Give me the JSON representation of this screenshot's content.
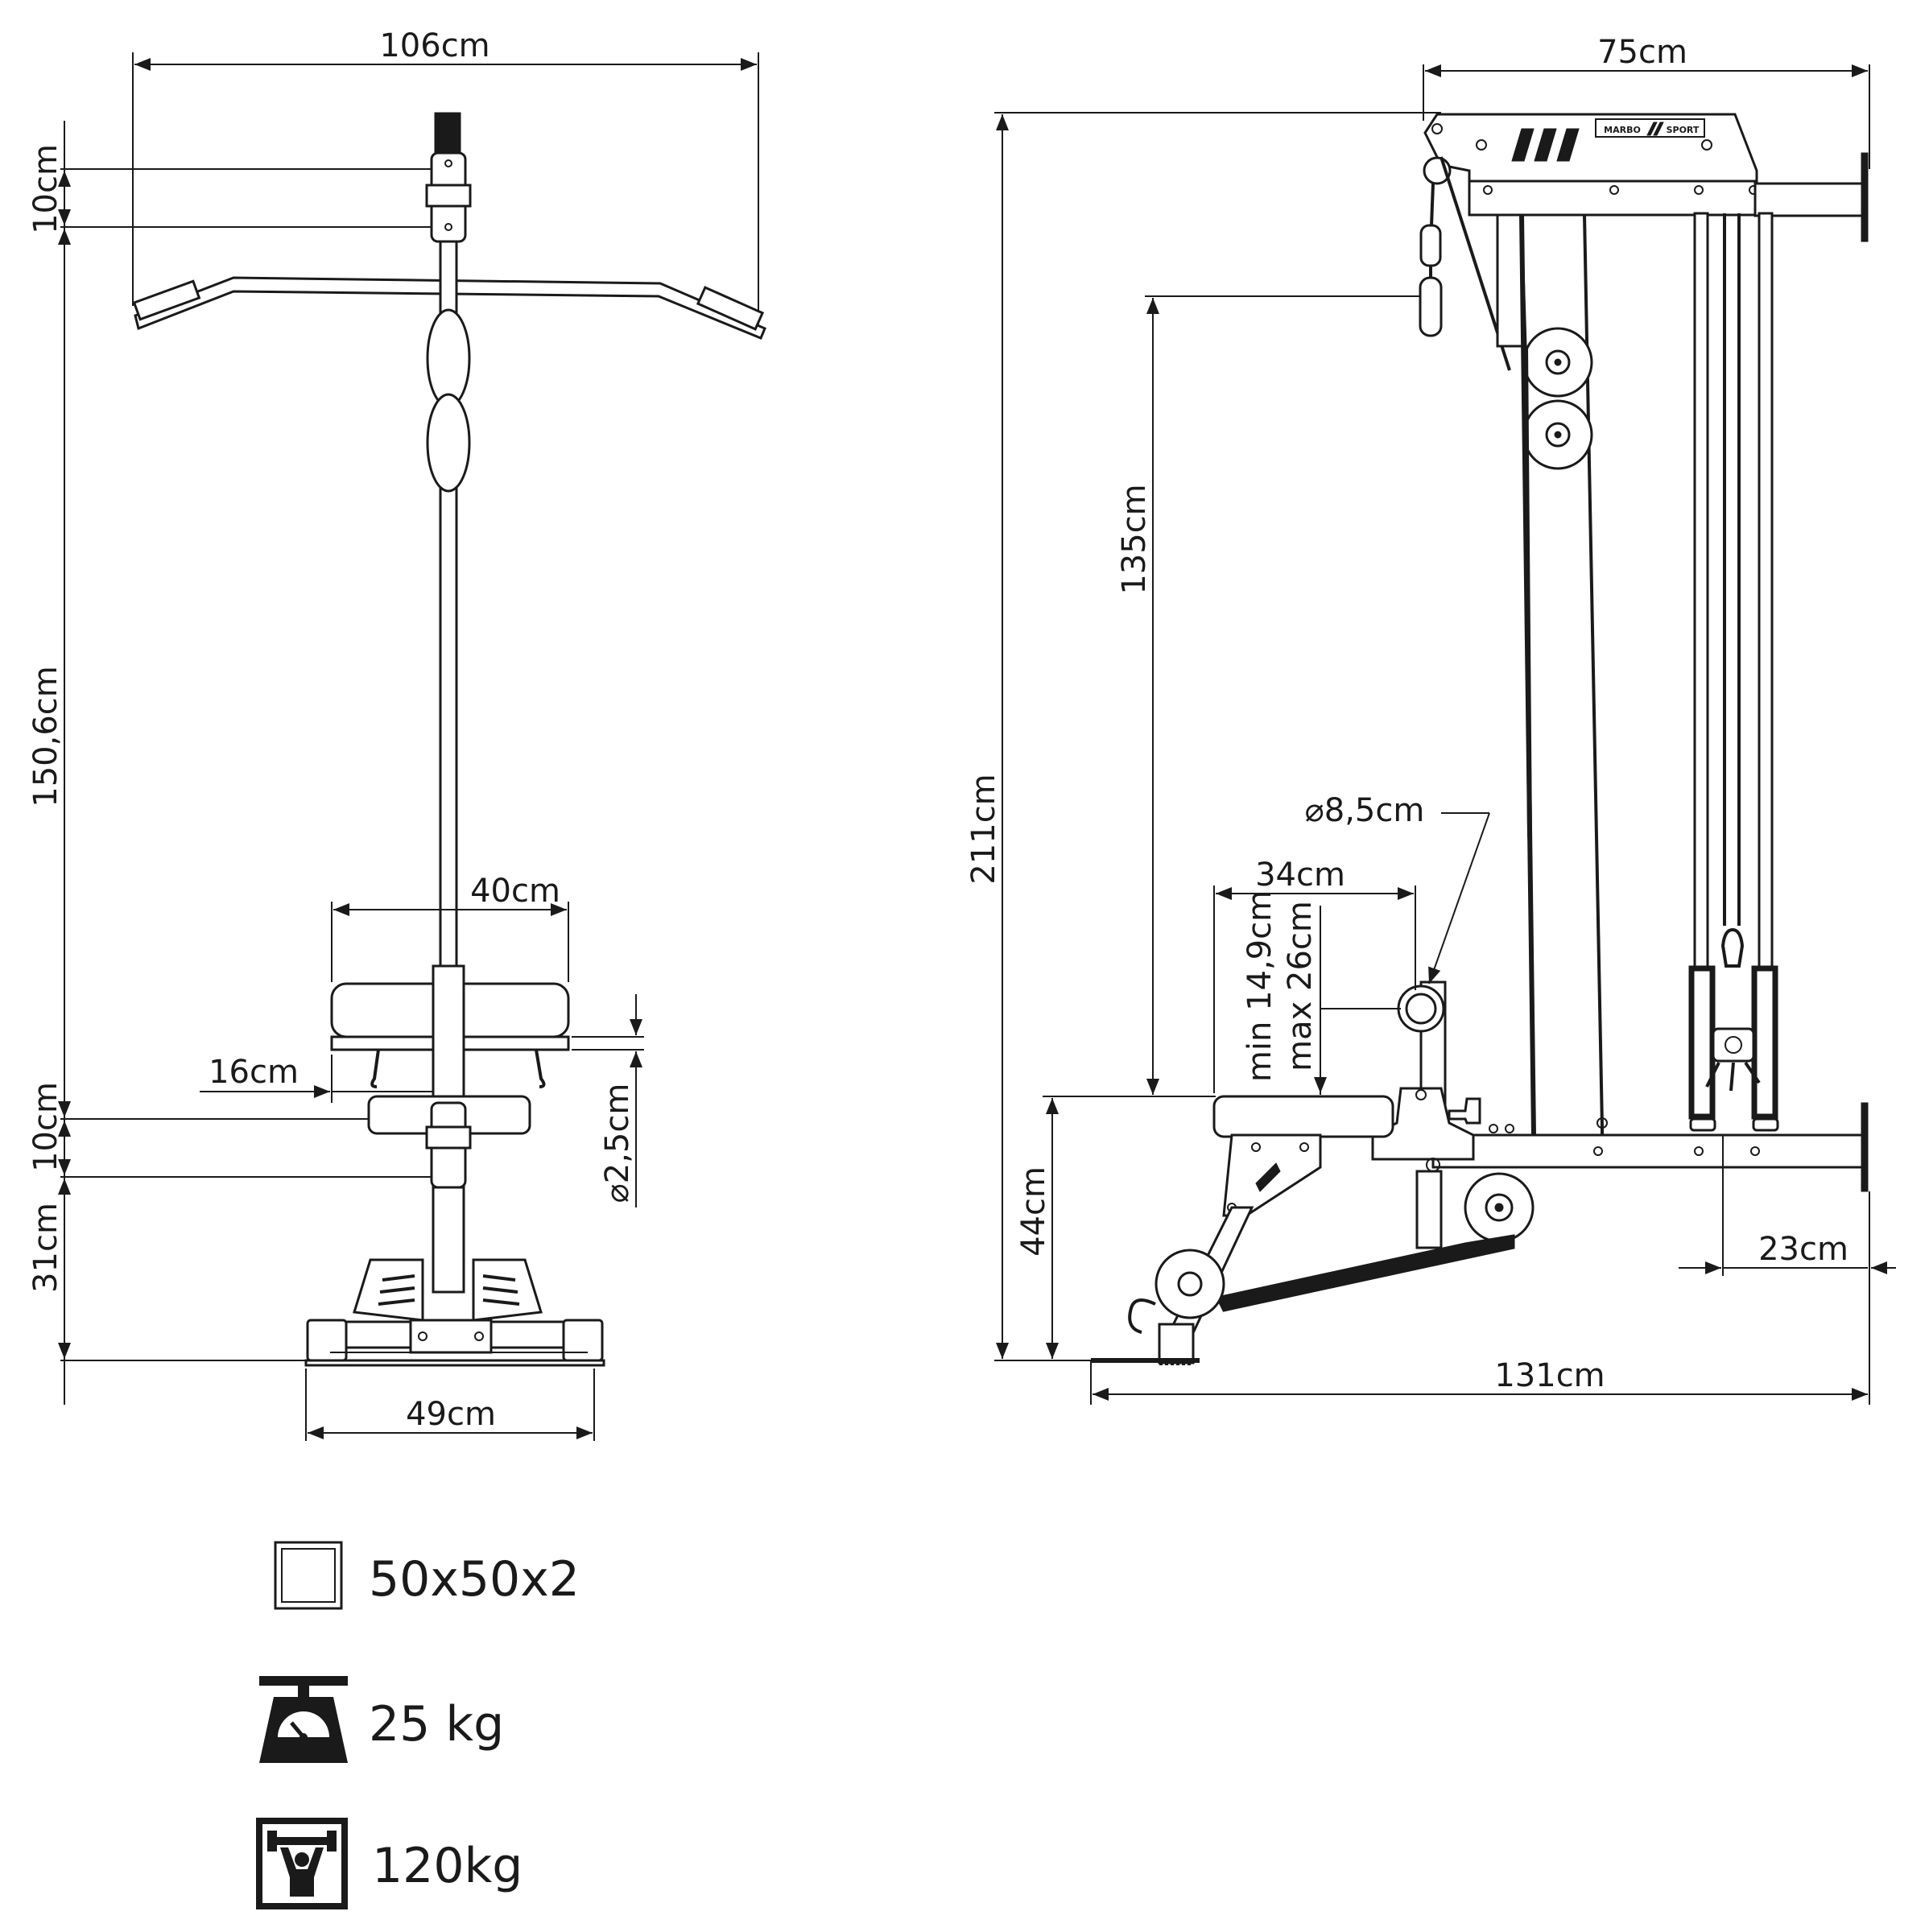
{
  "front_view": {
    "width_total": "106cm",
    "top_pulley_height": "10cm",
    "column_height": "150,6cm",
    "pad_width": "40cm",
    "pad_offset": "16cm",
    "pad_diameter": "⌀2,5cm",
    "lower_pulley_height": "10cm",
    "base_height": "31cm",
    "base_width": "49cm"
  },
  "side_view": {
    "depth_top": "75cm",
    "total_height": "211cm",
    "cable_height": "135cm",
    "tube_diameter": "⌀8,5cm",
    "seat_depth": "34cm",
    "pad_height_min": "min 14,9cm",
    "pad_height_max": "max 26cm",
    "seat_height": "44cm",
    "foot_offset": "23cm",
    "total_length": "131cm",
    "logo_left": "MARBO",
    "logo_right": "SPORT"
  },
  "specs": [
    {
      "icon": "square-profile-icon",
      "label": "50x50x2"
    },
    {
      "icon": "scale-weight-icon",
      "label": "25 kg"
    },
    {
      "icon": "max-load-icon",
      "label": "120kg"
    }
  ]
}
